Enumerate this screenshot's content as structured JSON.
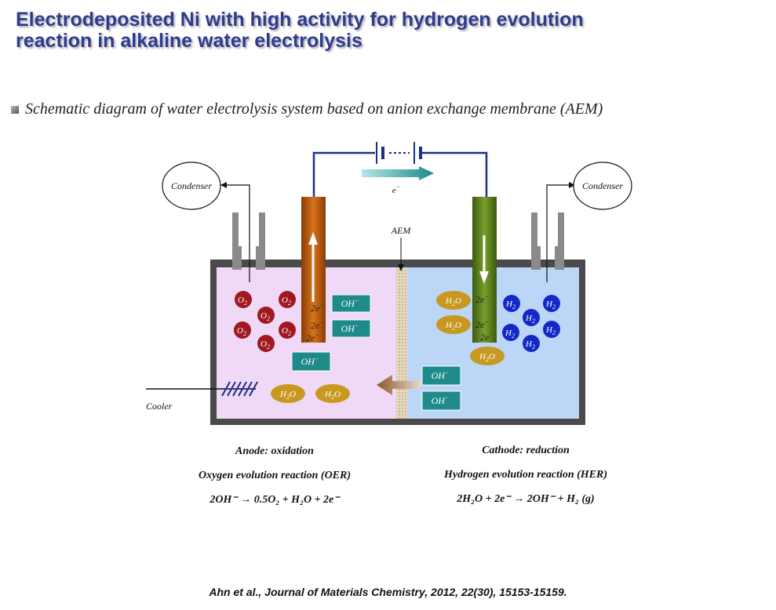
{
  "slide": {
    "title_line1": "Electrodeposited Ni with high activity for hydrogen evolution",
    "title_line2": "reaction in alkaline water electrolysis",
    "subtitle": "Schematic diagram of water electrolysis system based on anion exchange membrane (AEM)",
    "citation": "Ahn et al., Journal of Materials Chemistry, 2012, 22(30), 15153-15159."
  },
  "diagram": {
    "condenser_left": "Condenser",
    "condenser_right": "Condenser",
    "electron": "e",
    "membrane": "AEM",
    "cooler": "Cooler",
    "oxygen": "O",
    "hydrogen": "H",
    "water": "H",
    "hydroxide": "OH",
    "electrons_2": "2e",
    "colors": {
      "anode_fluid": "#efd9f7",
      "cathode_fluid": "#bcd6f7",
      "anode_electrode": "#c06010",
      "cathode_electrode": "#5c7f1a",
      "o2_bubble": "#a01820",
      "h2_bubble": "#1428c8",
      "h2o_bubble": "#c89820",
      "hydroxide_box": "#1f8a8a",
      "wire": "#1a2f8a"
    }
  },
  "anode": {
    "heading": "Anode: oxidation",
    "reaction": "Oxygen evolution reaction (OER)",
    "equation": "2OH⁻ → 0.5O₂ + H₂O + 2e⁻"
  },
  "cathode": {
    "heading": "Cathode: reduction",
    "reaction": "Hydrogen evolution reaction (HER)",
    "equation": "2H₂O + 2e⁻ → 2OH⁻ + H₂ (g)"
  }
}
